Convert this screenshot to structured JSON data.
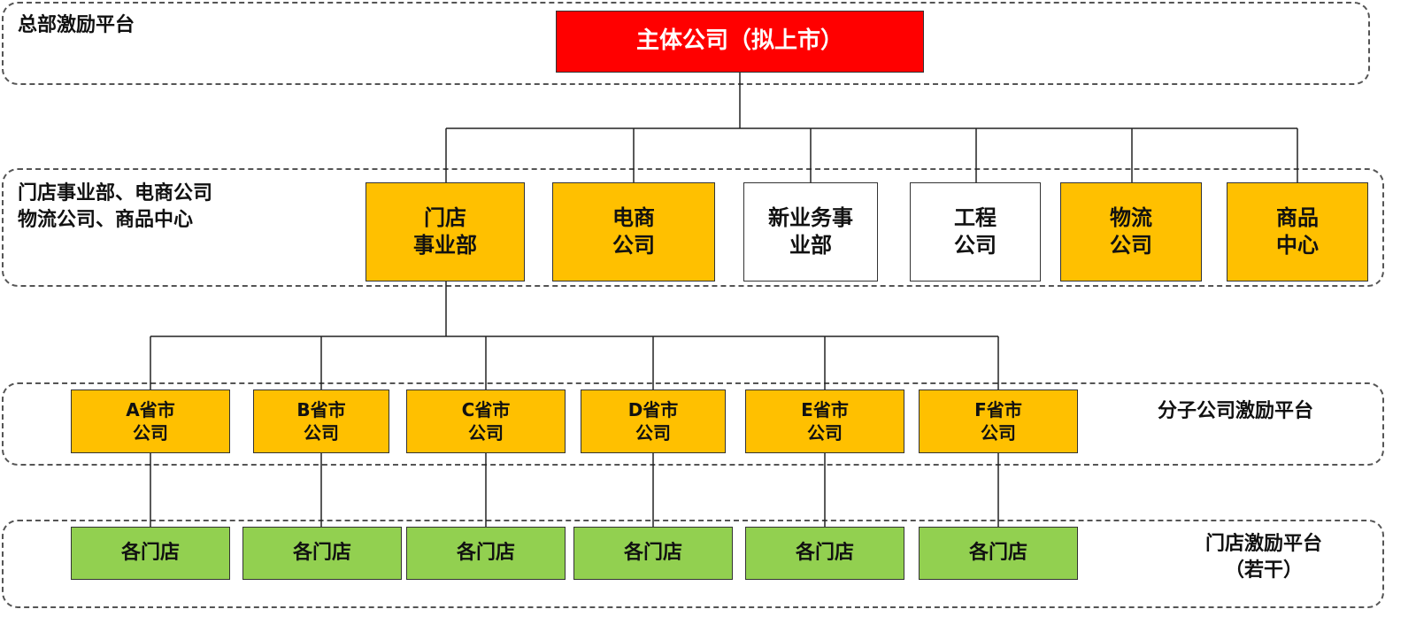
{
  "bands": {
    "hq": "总部激励平台",
    "division": "门店事业部、电商公司\n物流公司、商品中心",
    "branch": "分子公司激励平台",
    "store": "门店激励平台\n（若干）"
  },
  "root": "主体公司（拟上市）",
  "divisions": [
    {
      "label": "门店\n事业部",
      "color": "orange"
    },
    {
      "label": "电商\n公司",
      "color": "orange"
    },
    {
      "label": "新业务事\n业部",
      "color": "white"
    },
    {
      "label": "工程\n公司",
      "color": "white"
    },
    {
      "label": "物流\n公司",
      "color": "orange"
    },
    {
      "label": "商品\n中心",
      "color": "orange"
    }
  ],
  "branches": [
    "A省市\n公司",
    "B省市\n公司",
    "C省市\n公司",
    "D省市\n公司",
    "E省市\n公司",
    "F省市\n公司"
  ],
  "stores": [
    "各门店",
    "各门店",
    "各门店",
    "各门店",
    "各门店",
    "各门店"
  ]
}
